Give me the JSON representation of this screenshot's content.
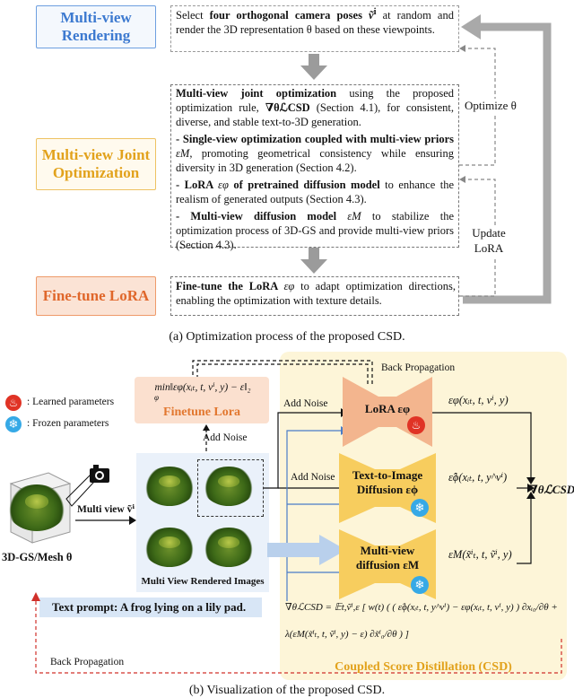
{
  "part_a": {
    "stage1": {
      "label": "Multi-view Rendering",
      "text_pre": "Select ",
      "text_bold": "four orthogonal camera poses ",
      "text_bold_sym": "ṽ",
      "text_sup": "i",
      "text_post": " at random and render the 3D representation θ based on these viewpoints."
    },
    "stage2": {
      "label": "Multi-view Joint Optimization",
      "intro_bold": "Multi-view joint optimization",
      "intro_rest": " using the proposed optimization rule, ",
      "intro_rule": "∇θℒCSD",
      "intro_tail": " (Section 4.1), for consistent, diverse, and stable text-to-3D generation.",
      "b1_bold": "- Single-view optimization coupled with multi-view priors ",
      "b1_sym": "εM",
      "b1_rest": ", promoting geometrical consistency while ensuring diversity in 3D generation (Section 4.2).",
      "b2_bold": "- LoRA ",
      "b2_sym": "εφ",
      "b2_bold2": " of pretrained diffusion model",
      "b2_rest": " to enhance the realism of generated outputs (Section 4.3).",
      "b3_bold": "- Multi-view diffusion model ",
      "b3_sym": "εM",
      "b3_rest": " to stabilize the optimization process of 3D-GS and provide multi-view priors (Section 4.3)."
    },
    "stage3": {
      "label": "Fine-tune LoRA",
      "text_bold": "Fine-tune the LoRA ",
      "text_sym": "εφ",
      "text_rest": " to adapt optimization directions, enabling the optimization with texture details."
    },
    "optimize_label": "Optimize θ",
    "update_label": "Update LoRA",
    "caption": "(a) Optimization process of the proposed CSD."
  },
  "part_b": {
    "legend_learned": ": Learned parameters",
    "legend_frozen": ": Frozen parameters",
    "back_prop_top": "Back Propagation",
    "back_prop_bottom": "Back Propagation",
    "finetune_eq": "min‖εφ(xᵢₜ, t, vⁱ, y) − ε‖₂",
    "finetune_eq_sub": "φ",
    "finetune_label": "Finetune Lora",
    "add_noise_1": "Add Noise",
    "add_noise_2": "Add Noise",
    "add_noise_3": "Add Noise",
    "mesh_label": "3D-GS/Mesh θ",
    "multiview_label": "Multi view ṽⁱ",
    "rendered_label": "Multi View Rendered Images",
    "lora_net": "LoRA εφ",
    "t2i_net_1": "Text-to-Image",
    "t2i_net_2": "Diffusion εϕ",
    "mv_net_1": "Multi-view",
    "mv_net_2": "diffusion εM",
    "out_lora": "εφ(xᵢₜ, t, vⁱ, y)",
    "out_t2i": "ε̂ϕ(xᵢₜ, t, y^vⁱ)",
    "out_mv": "εM(x̃ⁱₜ, t, ṽⁱ, y)",
    "grad_label": "∇θℒCSD",
    "text_prompt": "Text prompt: A frog lying on a lily pad.",
    "formula_line1": "∇θℒCSD = 𝔼t,ṽⁱ,ε [ w(t) ( ( ε̂ϕ(xᵢₜ, t, y^vⁱ) − εφ(xᵢₜ, t, vⁱ, y) ) ∂xᵢ₀/∂θ +",
    "formula_line2": "λ(εM(x̃ⁱₜ, t, ṽⁱ, y) − ε) ∂x̃ⁱ₀/∂θ ) ]",
    "csd_label": "Coupled Score Distillation (CSD)",
    "caption": "(b) Visualization of the proposed CSD."
  },
  "colors": {
    "blue_stage": "#5b8fd6",
    "yellow_stage": "#e8b84a",
    "orange_stage": "#e07a3f",
    "csd_bg": "#fdf6dc",
    "lora_net": "#f2b08a",
    "diff_net": "#f6cc5a",
    "prompt_bg": "#dbe8f7",
    "red_dash": "#d0302a"
  }
}
